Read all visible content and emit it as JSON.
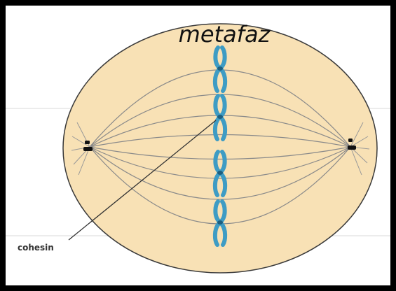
{
  "diagram": {
    "title": "metafaz",
    "labels": {
      "cohesin": "cohesin"
    },
    "colors": {
      "frame": "#000000",
      "background": "#ffffff",
      "guide_line": "#d8d8d8",
      "cell_fill": "#f8e1b5",
      "cell_stroke": "#3a3a3a",
      "spindle": "#8a8a8a",
      "chromosome": "#3e9cc4",
      "chromosome_stroke": "#1d5f80",
      "centrosome": "#111111",
      "title_text": "#111111",
      "label_text": "#333333"
    },
    "icons": {
      "chromosomes": "x-shaped-chromosome",
      "centrosomes": "centriole-pair"
    }
  }
}
